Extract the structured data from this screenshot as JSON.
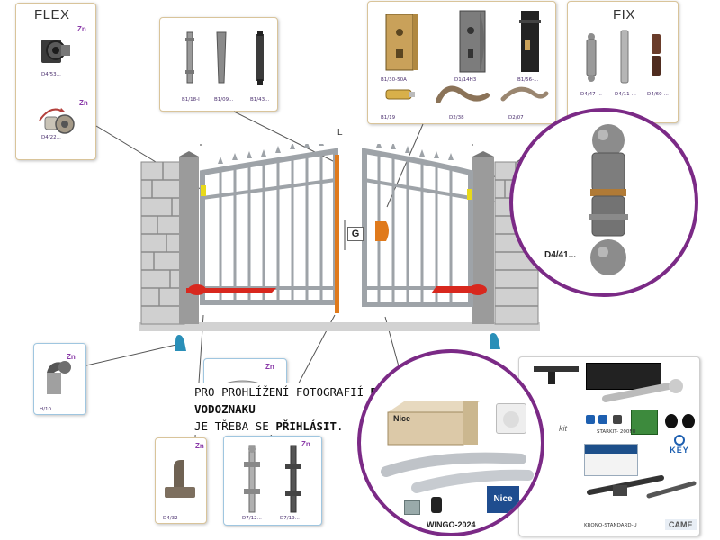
{
  "flex_card": {
    "title": "FLEX",
    "items": [
      {
        "code": "D4/53...",
        "zn": "Zn"
      },
      {
        "code": "D4/22...",
        "zn": "Zn"
      }
    ]
  },
  "hinges_card": {
    "items": [
      {
        "code": "B1/18-I"
      },
      {
        "code": "B1/09..."
      },
      {
        "code": "B1/43..."
      }
    ]
  },
  "locks_card": {
    "items": [
      {
        "code": "B1/30-50A"
      },
      {
        "code": "D1/14H3"
      },
      {
        "code": "B1/56-..."
      },
      {
        "code": "B1/19"
      },
      {
        "code": "D2/38"
      },
      {
        "code": "D2/07"
      }
    ]
  },
  "fix_card": {
    "title": "FIX",
    "items": [
      {
        "code": "D4/47-..."
      },
      {
        "code": "D4/11-..."
      },
      {
        "code": "D4/60-..."
      }
    ]
  },
  "gate": {
    "dimension_l": "L",
    "dimension_g": "G"
  },
  "zoom_hinge": {
    "code": "D4/41..."
  },
  "stop_card": {
    "code": "H/10...",
    "zn": "Zn"
  },
  "bottom_center_card": {
    "zn": "Zn"
  },
  "base_card": {
    "code": "D4/32",
    "zn": "Zn"
  },
  "bolts_card": {
    "items": [
      {
        "code": "D7/12..."
      },
      {
        "code": "D7/19..."
      }
    ],
    "zn": "Zn"
  },
  "notice": {
    "line1_prefix": "PRO PROHLÍŽENÍ FOTOGRAFIÍ ",
    "line1_bold": "BEZ VODOZNAKU",
    "line2_prefix": "JE TŘEBA SE ",
    "line2_bold": "PŘIHLÁSIT",
    "line2_suffix": "."
  },
  "wingo": {
    "box_brand": "Nice",
    "logo": "Nice",
    "label": "WINGO-2024"
  },
  "motors_card": {
    "starkit": "STARKIT- 200FU",
    "key_brand": "KEY",
    "kit_text": "kit",
    "krono": "KRONO-STANDARD-U",
    "came": "CAME"
  },
  "colors": {
    "purple": "#7b2a86",
    "card_border": "#d9c49a",
    "hinge_orange": "#e07a1c",
    "actuator_red": "#d8281e",
    "wall_grey": "#c9c9c9"
  }
}
